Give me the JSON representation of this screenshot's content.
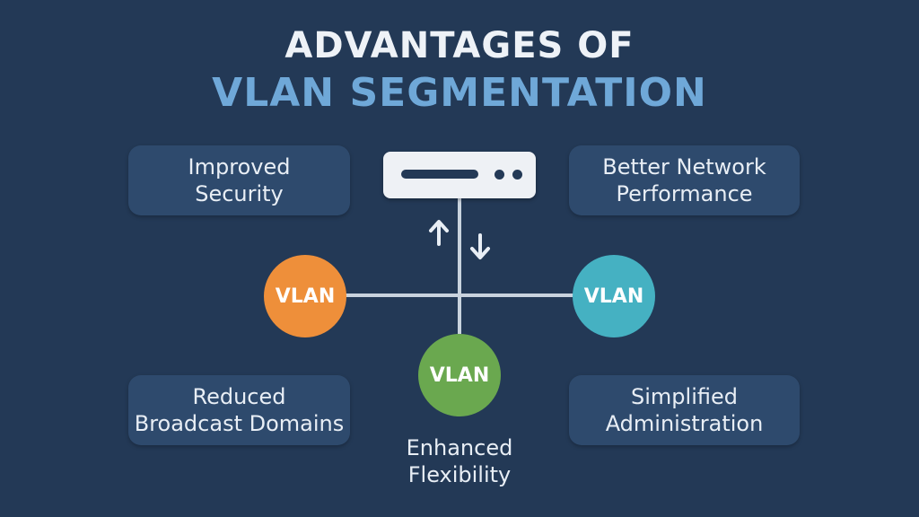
{
  "title": {
    "line1": "ADVANTAGES OF",
    "line2": "VLAN SEGMENTATION"
  },
  "benefits": {
    "top_left": "Improved\nSecurity",
    "top_right": "Better Network\nPerformance",
    "bottom_left": "Reduced\nBroadcast Domains",
    "bottom_right": "Simplified\nAdministration",
    "bottom_center": "Enhanced\nFlexibility"
  },
  "nodes": [
    {
      "label": "VLAN",
      "color": "#ee8f3a"
    },
    {
      "label": "VLAN",
      "color": "#45b1c2"
    },
    {
      "label": "VLAN",
      "color": "#6aa84f"
    }
  ],
  "colors": {
    "background": "#233956",
    "card": "#2e4a6d",
    "title_accent": "#6fa8d8",
    "line": "#c9d3de"
  },
  "icons": [
    "router-icon",
    "arrow-up-icon",
    "arrow-down-icon"
  ]
}
